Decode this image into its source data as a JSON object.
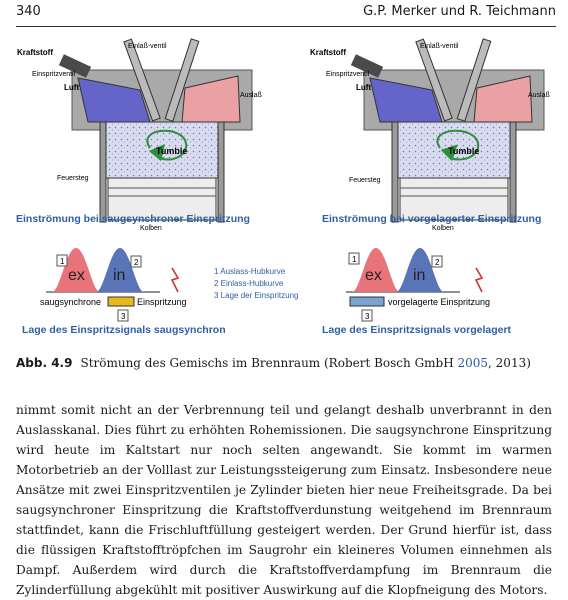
{
  "header": {
    "page_number": "340",
    "authors": "G.P. Merker und R. Teichmann"
  },
  "figure": {
    "left_engine": {
      "labels": {
        "fuel": "Kraftstoff",
        "injector": "Einspritzventil",
        "air": "Luft",
        "inlet_valve": "Einlaß-ventil",
        "exhaust": "Auslaß",
        "tumble": "Tumble",
        "fire_land": "Feuersteg",
        "piston": "Kolben"
      },
      "title": "Einströmung bei saugsynchroner Einspritzung"
    },
    "right_engine": {
      "labels": {
        "fuel": "Kraftstoff",
        "injector": "Einspritzventil",
        "air": "Luft",
        "inlet_valve": "Einlaß-ventil",
        "exhaust": "Auslaß",
        "tumble": "Tumble",
        "fire_land": "Feuersteg",
        "piston": "Kolben"
      },
      "title": "Einströmung bei vorgelagerter Einspritzung"
    },
    "left_timing": {
      "ex_label": "ex",
      "in_label": "in",
      "box1": "1",
      "box2": "2",
      "box3": "3",
      "signal_left": "saugsynchrone",
      "signal_right": "Einspritzung",
      "title": "Lage des Einspritzsignals saugsynchron"
    },
    "right_timing": {
      "ex_label": "ex",
      "in_label": "in",
      "box1": "1",
      "box2": "2",
      "box3": "3",
      "signal_label": "vorgelagerte Einspritzung",
      "title": "Lage des Einspritzsignals vorgelagert"
    },
    "legend": [
      "1 Auslass-Hubkurve",
      "2 Einlass-Hubkurve",
      "3 Lage der Einspritzung"
    ],
    "colors": {
      "caption_blue": "#2f5fa5",
      "ex_red": "#e8737a",
      "in_blue": "#5a74b8",
      "signal_yellow": "#e8b820",
      "signal_blue": "#7aa3d2",
      "intake_purple": "#5b5bc4",
      "exhaust_pink": "#e9a1a4"
    }
  },
  "caption": {
    "label": "Abb. 4.9",
    "text_before": "Strömung des Gemischs im Brennraum (Robert Bosch GmbH ",
    "year_link": "2005",
    "text_after": ", 2013)"
  },
  "body_text": "nimmt somit nicht an der Verbrennung teil und gelangt deshalb unverbrannt in den Auslasskanal. Dies führt zu erhöhten Rohemissionen. Die saugsynchrone Einspritzung wird heute im Kaltstart nur noch selten angewandt. Sie kommt im warmen Motorbetrieb an der Volllast zur Leistungssteigerung zum Einsatz. Insbesondere neue Ansätze mit zwei Einspritzventilen je Zylinder bieten hier neue Freiheitsgrade. Da bei saugsynchroner Einspritzung die Kraftstoffverdunstung weitgehend im Brennraum stattfindet, kann die Frischluftfüllung gesteigert werden. Der Grund hierfür ist, dass die flüssigen Kraftstofftröpfchen im Saugrohr ein kleineres Volumen einnehmen als Dampf. Außerdem wird durch die Kraftstoffverdampfung im Brennraum die Zylinderfüllung abgekühlt mit positiver Auswirkung auf die Klopfneigung des Motors."
}
